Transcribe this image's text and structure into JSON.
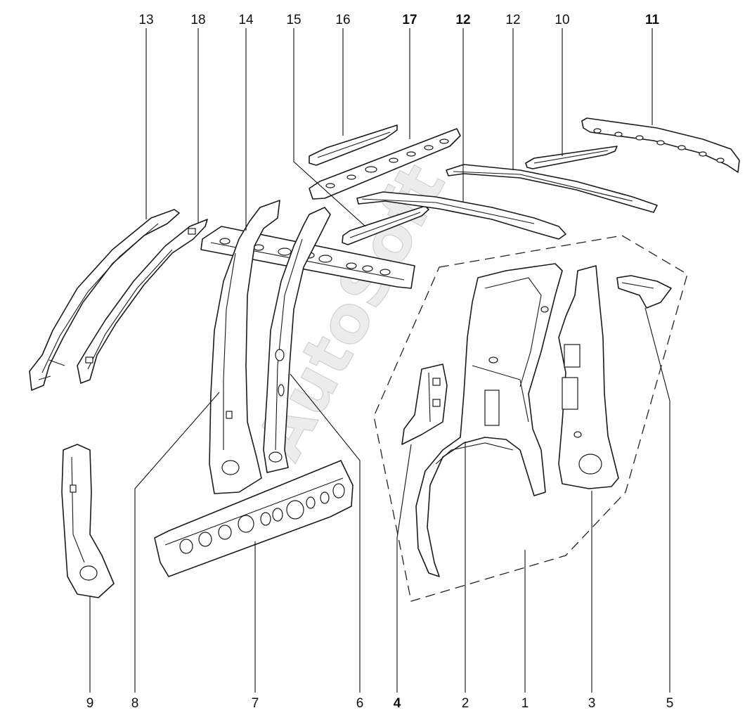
{
  "watermark": "AutoSoft",
  "callouts_top": [
    "13",
    "18",
    "14",
    "15",
    "16",
    "17",
    "12",
    "12",
    "10",
    "11"
  ],
  "callouts_bottom": [
    "9",
    "8",
    "7",
    "6",
    "4",
    "2",
    "1",
    "3",
    "5"
  ],
  "colors": {
    "line": "#1a1a1a",
    "background": "#ffffff",
    "watermark": "#ececec"
  }
}
